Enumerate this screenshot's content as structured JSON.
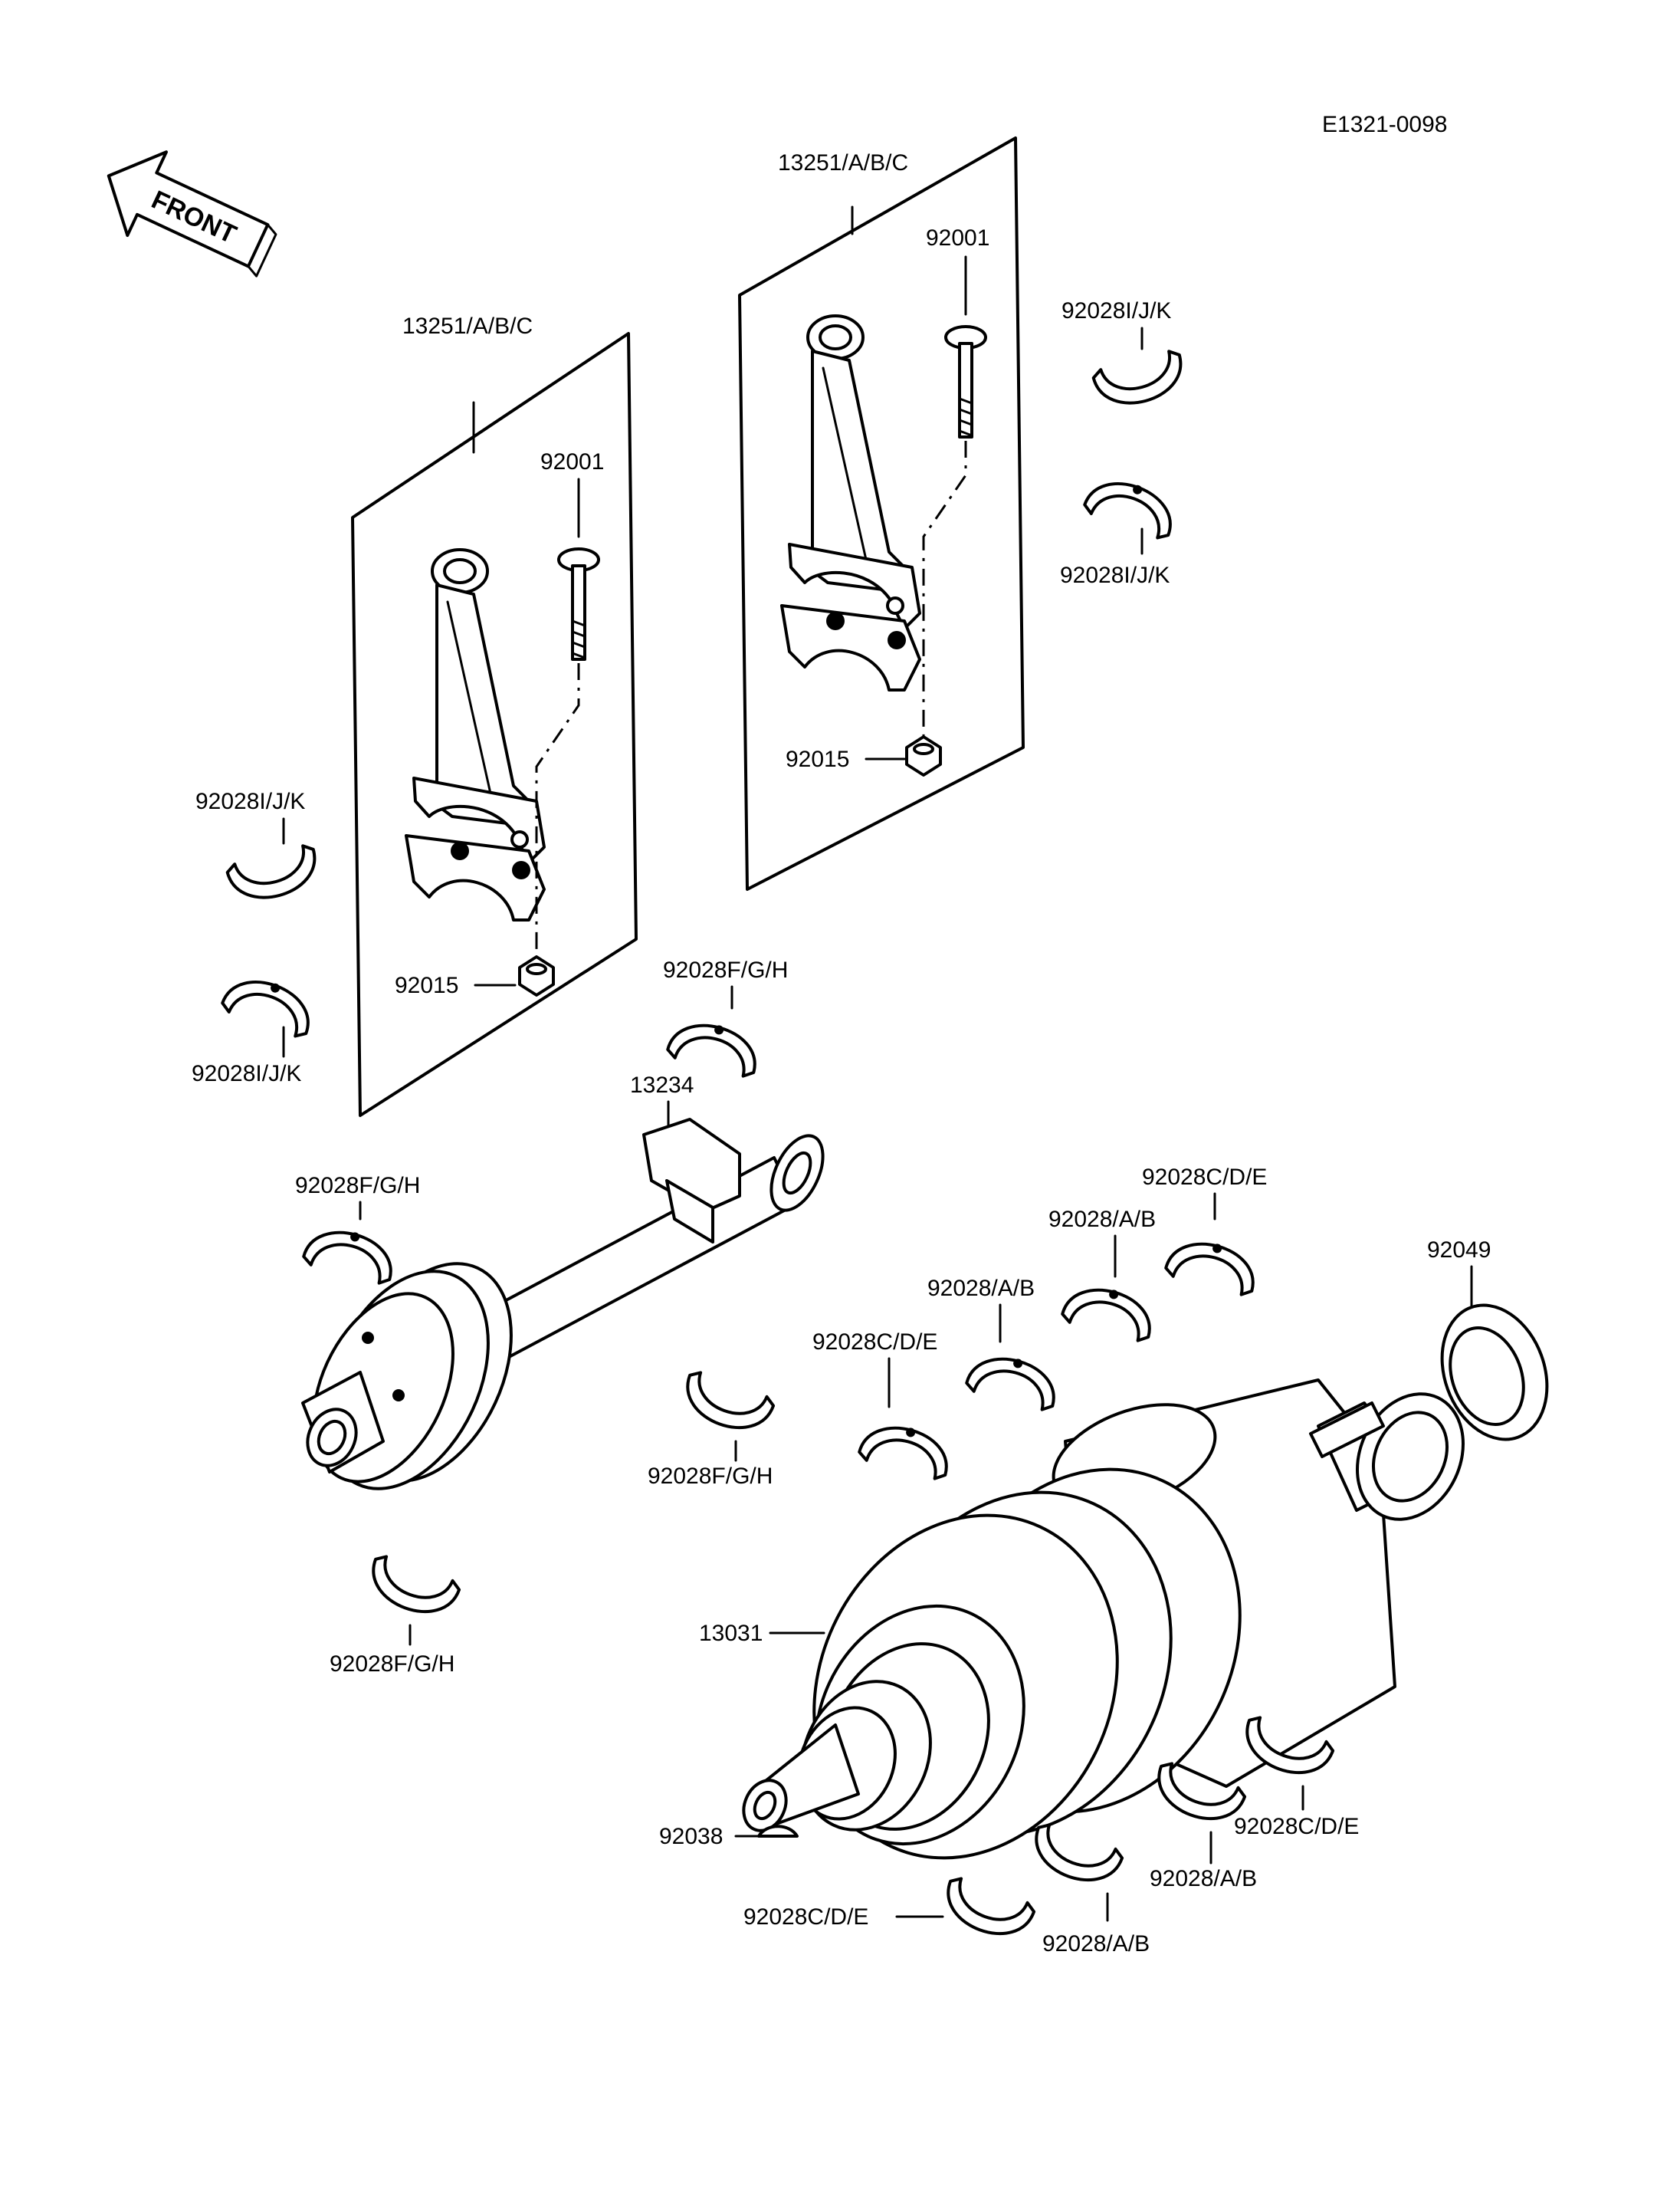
{
  "diagram_code": "E1321-0098",
  "front_arrow": {
    "label": "FRONT",
    "icon": "front-arrow-icon"
  },
  "labels": {
    "rod_assy_left": "13251/A/B/C",
    "rod_assy_right": "13251/A/B/C",
    "bolt_left": "92001",
    "bolt_right": "92001",
    "nut_left": "92015",
    "nut_right": "92015",
    "rod_bearing_left_upper": "92028I/J/K",
    "rod_bearing_left_lower": "92028I/J/K",
    "rod_bearing_right_upper": "92028I/J/K",
    "rod_bearing_right_lower": "92028I/J/K",
    "balancer_bearing_top": "92028F/G/H",
    "balancer_bearing_left": "92028F/G/H",
    "balancer_bearing_mid": "92028F/G/H",
    "balancer_bearing_bottom": "92028F/G/H",
    "balancer_weight": "13234",
    "crankshaft": "13031",
    "oil_seal": "92049",
    "woodruff_key": "92038",
    "main_bearing_cde_top_right": "92028C/D/E",
    "main_bearing_ab_top_1": "92028/A/B",
    "main_bearing_ab_top_2": "92028/A/B",
    "main_bearing_cde_top_left": "92028C/D/E",
    "main_bearing_cde_bottom_right": "92028C/D/E",
    "main_bearing_ab_bottom_1": "92028/A/B",
    "main_bearing_ab_bottom_2": "92028/A/B",
    "main_bearing_cde_bottom_left": "92028C/D/E"
  }
}
